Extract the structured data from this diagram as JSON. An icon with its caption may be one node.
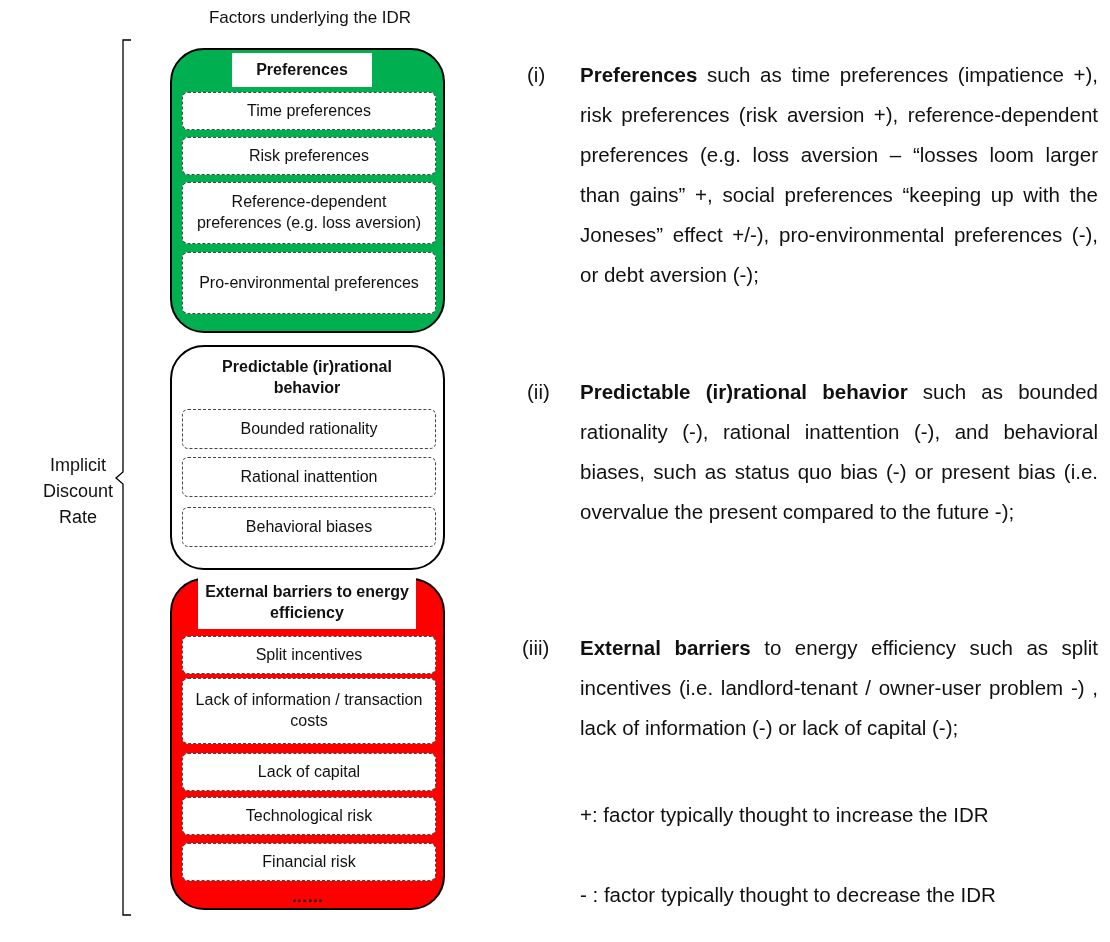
{
  "diagram": {
    "title": "Factors underlying the IDR",
    "nodes": [
      {
        "text": [
          "Preferences"
        ]
      },
      {
        "text": [
          "Time preferences"
        ],
        "in": 0
      },
      {
        "text": [
          "Risk preferences"
        ],
        "in": 0
      },
      {
        "text": [
          "Reference-dependent preferences (e.g. loss aversion)"
        ],
        "in": 0
      },
      {
        "text": [
          "Pro-environmental preferences"
        ],
        "in": 0
      },
      {
        "text": [
          "Predictable (ir)rational behavior"
        ]
      },
      {
        "text": [
          "Bounded rationality"
        ],
        "in": 5
      },
      {
        "text": [
          "Rational inattention"
        ],
        "in": 5
      },
      {
        "text": [
          "Behavioral biases"
        ],
        "in": 5
      },
      {
        "text": [
          "External barriers to energy efficiency",
          "……"
        ]
      },
      {
        "text": [
          "Split incentives"
        ],
        "in": 9
      },
      {
        "text": [
          "Lack of information / transaction costs"
        ],
        "in": 9
      },
      {
        "text": [
          "Lack of capital"
        ],
        "in": 9
      },
      {
        "text": [
          "Technological risk"
        ],
        "in": 9
      },
      {
        "text": [
          "Financial risk"
        ],
        "in": 9
      }
    ],
    "edges": [],
    "labels": [
      "Implicit Discount Rate",
      "(i)",
      "**Preferences** such as time preferences (impatience +), risk preferences (risk aversion +), reference-dependent preferences (e.g. loss aversion – “losses loom larger than gains” +, social preferences “keeping up with the Joneses” effect +/-), pro-environmental preferences (-), or debt aversion (-);",
      "(ii)",
      "**Predictable (ir)rational behavior** such as bounded rationality (-), rational inattention (-), and behavioral biases, such as status quo bias (-) or present bias (i.e. overvalue the present compared to the future -);",
      "(iii)",
      "**External barriers** to energy efficiency such as split incentives (i.e. landlord-tenant / owner-user problem -) , lack of information (-) or lack of capital (-);",
      "+:  factor typically thought to increase the IDR",
      "- : factor typically thought to decrease the IDR"
    ]
  }
}
